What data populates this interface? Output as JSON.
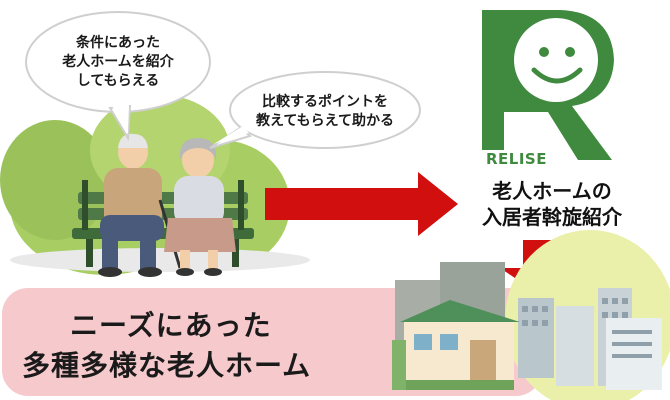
{
  "bubbles": {
    "left": [
      "条件にあった",
      "老人ホームを紹介",
      "してもらえる"
    ],
    "right": [
      "比較するポイントを",
      "教えてもらえて助かる"
    ]
  },
  "brand": {
    "name": "RELISE",
    "color": "#3f8a3f"
  },
  "service_caption": [
    "老人ホームの",
    "入居者斡旋紹介"
  ],
  "result_caption": [
    "ニーズにあった",
    "多種多様な老人ホーム"
  ],
  "colors": {
    "arrow": "#d20f0f",
    "banner": "#f6c9cc",
    "bush": "#9bc25a",
    "logo_green": "#3f8a3f"
  }
}
